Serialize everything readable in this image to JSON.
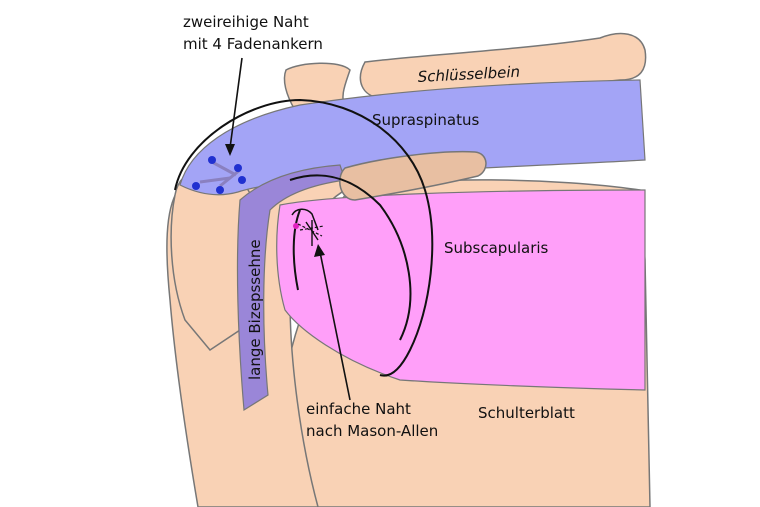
{
  "labels": {
    "clavicle": "Schlüsselbein",
    "supraspinatus": "Supraspinatus",
    "subscapularis": "Subscapularis",
    "scapula": "Schulterblatt",
    "biceps_tendon": "lange Bizepssehne",
    "double_row_line1": "zweireihige Naht",
    "double_row_line2": "mit 4 Fadenankern",
    "mason_allen_line1": "einfache Naht",
    "mason_allen_line2": "nach Mason-Allen"
  },
  "colors": {
    "bone": "#f9d2b5",
    "bone_dark": "#e8bfa2",
    "supraspinatus": "#a3a4f6",
    "subscapularis": "#ff9ff9",
    "biceps_tendon": "#9a86d8",
    "anchor": "#2030d0",
    "outline": "#111111",
    "stitch_point": "#e020c0"
  }
}
